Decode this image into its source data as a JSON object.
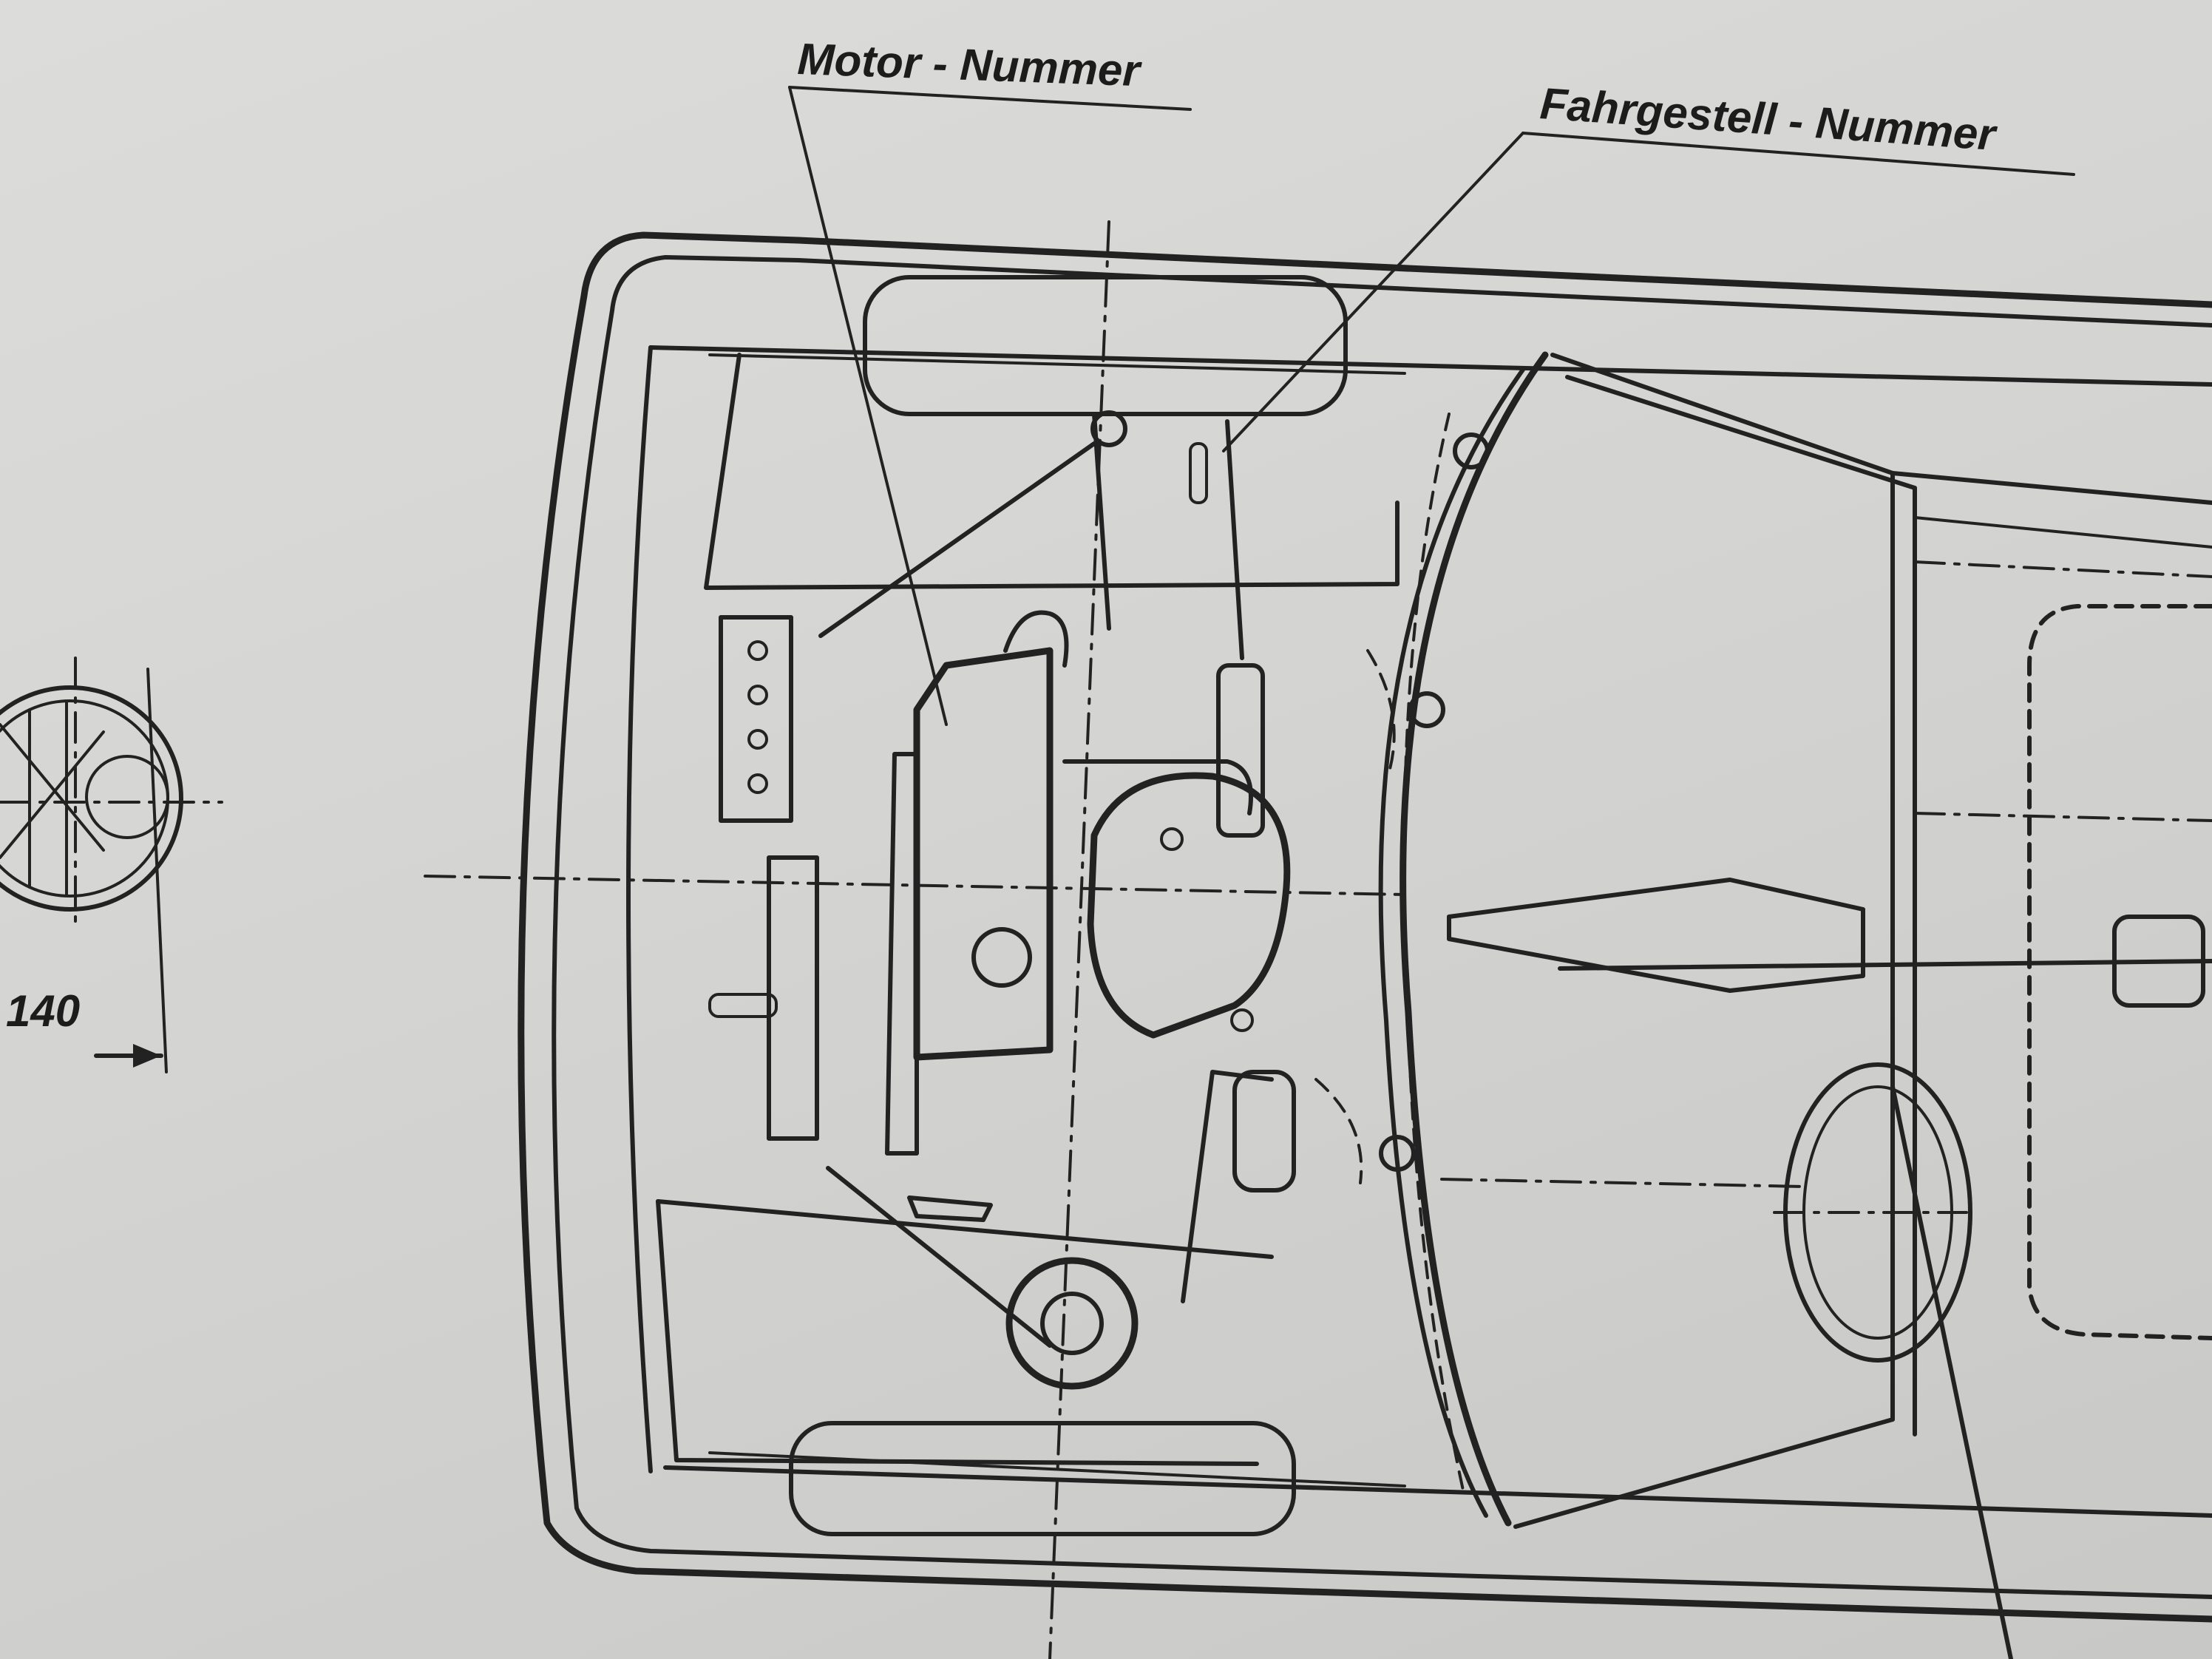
{
  "labels": {
    "motor_number": "Motor - Nummer",
    "chassis_number": "Fahrgestell - Nummer",
    "dimension": "140"
  },
  "colors": {
    "paper": "#d6d6d4",
    "ink": "#222222"
  }
}
